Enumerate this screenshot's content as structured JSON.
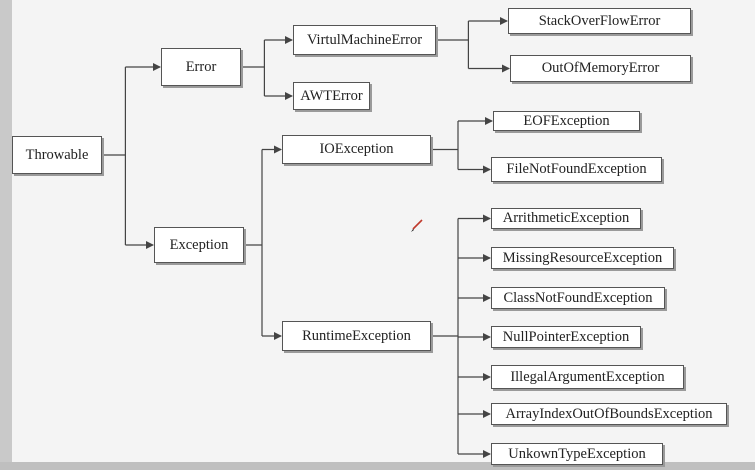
{
  "diagram": {
    "nodes": {
      "throwable": "Throwable",
      "error": "Error",
      "exception": "Exception",
      "virtual_machine_error": "VirtulMachineError",
      "awt_error": "AWTError",
      "stack_overflow_error": "StackOverFlowError",
      "out_of_memory_error": "OutOfMemoryError",
      "io_exception": "IOException",
      "runtime_exception": "RuntimeException",
      "eof_exception": "EOFException",
      "file_not_found_exception": "FileNotFoundException",
      "arithmetic_exception": "ArrithmeticException",
      "missing_resource_exception": "MissingResourceException",
      "class_not_found_exception": "ClassNotFoundException",
      "null_pointer_exception": "NullPointerException",
      "illegal_argument_exception": "IllegalArgumentException",
      "array_index_out_of_bounds_exception": "ArrayIndexOutOfBoundsException",
      "unkown_type_exception": "UnkownTypeException"
    },
    "edges": [
      [
        "throwable",
        "error"
      ],
      [
        "throwable",
        "exception"
      ],
      [
        "error",
        "virtual_machine_error"
      ],
      [
        "error",
        "awt_error"
      ],
      [
        "virtual_machine_error",
        "stack_overflow_error"
      ],
      [
        "virtual_machine_error",
        "out_of_memory_error"
      ],
      [
        "exception",
        "io_exception"
      ],
      [
        "exception",
        "runtime_exception"
      ],
      [
        "io_exception",
        "eof_exception"
      ],
      [
        "io_exception",
        "file_not_found_exception"
      ],
      [
        "runtime_exception",
        "arithmetic_exception"
      ],
      [
        "runtime_exception",
        "missing_resource_exception"
      ],
      [
        "runtime_exception",
        "class_not_found_exception"
      ],
      [
        "runtime_exception",
        "null_pointer_exception"
      ],
      [
        "runtime_exception",
        "illegal_argument_exception"
      ],
      [
        "runtime_exception",
        "array_index_out_of_bounds_exception"
      ],
      [
        "runtime_exception",
        "unkown_type_exception"
      ]
    ]
  },
  "colors": {
    "background": "#f4f4f4",
    "node_fill": "#ffffff",
    "node_border": "#555555",
    "connector": "#444444",
    "cursor": "#c0392b"
  },
  "icons": {
    "cursor": "pen-cursor-icon"
  }
}
